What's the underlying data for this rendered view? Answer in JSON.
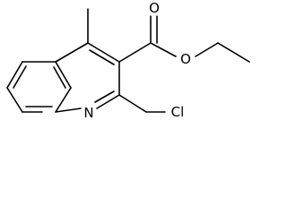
{
  "molecule": {
    "atoms": {
      "ring_n": "N",
      "carbonyl_o": "O",
      "ester_o": "O",
      "chlorine": "Cl"
    }
  }
}
